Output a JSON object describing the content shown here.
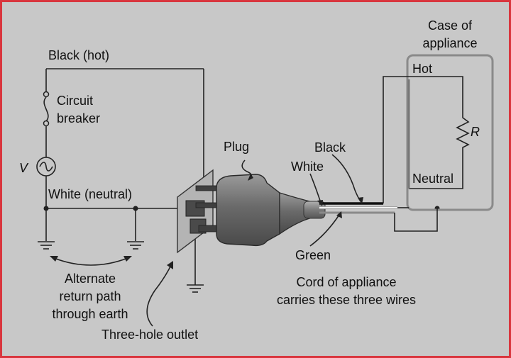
{
  "labels": {
    "case_of": "Case of",
    "appliance": "appliance",
    "black_hot": "Black (hot)",
    "circuit": "Circuit",
    "breaker": "breaker",
    "v": "V",
    "white_neutral": "White (neutral)",
    "plug": "Plug",
    "black": "Black",
    "white": "White",
    "hot": "Hot",
    "neutral": "Neutral",
    "r": "R",
    "green": "Green",
    "alternate": "Alternate",
    "return_path": "return path",
    "through_earth": "through earth",
    "cord_line1": "Cord of appliance",
    "cord_line2": "carries these three wires",
    "three_hole_outlet": "Three-hole outlet"
  },
  "colors": {
    "frame_border": "#d9363e",
    "background": "#c8c8c8",
    "wire": "#222222",
    "plug_body": "#6f6f6f",
    "appliance_case": "#8a8a8a"
  }
}
